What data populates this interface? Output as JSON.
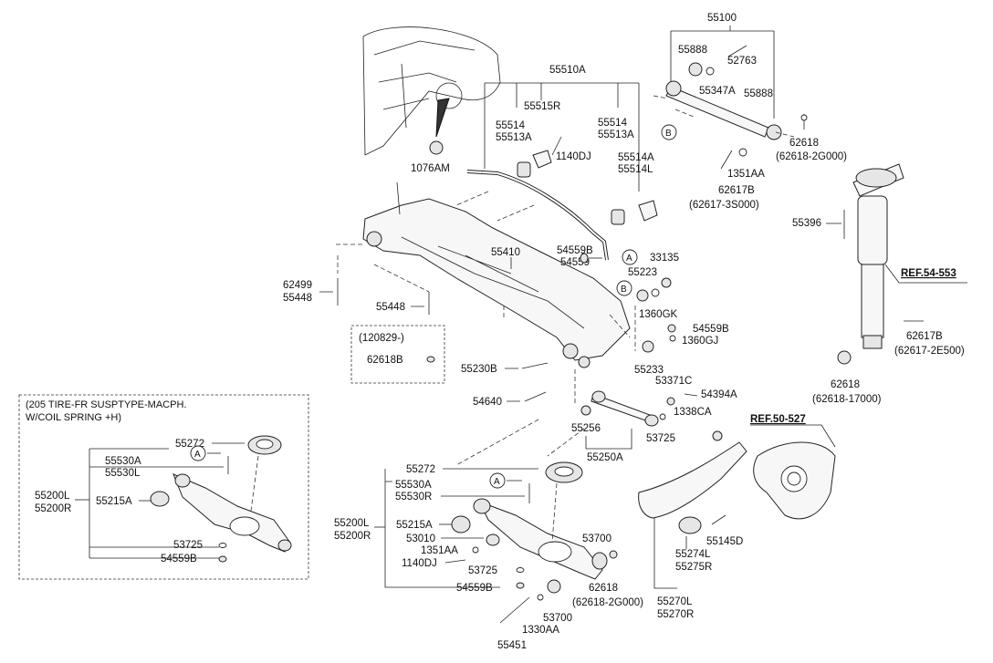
{
  "car_inset": {
    "label": "1076AM"
  },
  "stabilizer": {
    "p55510A": "55510A",
    "p55515R": "55515R",
    "p55514_left": "55514",
    "p55513A_left": "55513A",
    "p1140DJ": "1140DJ",
    "p55514_right": "55514",
    "p55513A_right": "55513A",
    "p55514A": "55514A",
    "p55514L": "55514L"
  },
  "upper_arm": {
    "p55100": "55100",
    "p55888_a": "55888",
    "p52763": "52763",
    "p55347A": "55347A",
    "p55888_b": "55888",
    "p62618": "62618",
    "p62618_alt": "(62618-2G000)",
    "p1351AA": "1351AA",
    "p62617B": "62617B",
    "p62617B_alt": "(62617-3S000)",
    "circle_b": "B"
  },
  "shock": {
    "p55396": "55396",
    "ref": "REF.54-553",
    "p62617B": "62617B",
    "p62617B_alt": "(62617-2E500)",
    "p62618": "62618",
    "p62618_alt": "(62618-17000)"
  },
  "crossmember": {
    "p55410": "55410",
    "p54559B": "54559B",
    "p54559": "54559",
    "p33135": "33135",
    "p55223": "55223",
    "p1360GK": "1360GK",
    "p54559B_b": "54559B",
    "p1360GJ": "1360GJ",
    "p55233": "55233",
    "p62499": "62499",
    "p55448_a": "55448",
    "p55448_b": "55448",
    "p55230B": "55230B",
    "p54640": "54640",
    "circle_a": "A",
    "circle_b": "B"
  },
  "dated_box": {
    "date": "(120829-)",
    "part": "62618B"
  },
  "lateral_link": {
    "p53371C": "53371C",
    "p54394A": "54394A",
    "p1338CA": "1338CA",
    "p55256": "55256",
    "p53725": "53725",
    "p55250A": "55250A"
  },
  "knuckle": {
    "ref": "REF.50-527",
    "p55145D": "55145D",
    "p55274L": "55274L",
    "p55275R": "55275R",
    "p55270L": "55270L",
    "p55270R": "55270R"
  },
  "variant_box": {
    "title1": "(205 TIRE-FR SUSPTYPE-MACPH.",
    "title2": "W/COIL SPRING +H)",
    "p55272": "55272",
    "circle_a": "A",
    "p55530A": "55530A",
    "p55530L": "55530L",
    "p55200L": "55200L",
    "p55200R": "55200R",
    "p55215A": "55215A",
    "p53725": "53725",
    "p54559B": "54559B"
  },
  "lower_arm": {
    "p55272": "55272",
    "p55530A": "55530A",
    "p55530R": "55530R",
    "circle_a": "A",
    "p55200L": "55200L",
    "p55200R": "55200R",
    "p55215A": "55215A",
    "p53010": "53010",
    "p1351AA": "1351AA",
    "p1140DJ": "1140DJ",
    "p53725": "53725",
    "p54559B": "54559B",
    "p53700_a": "53700",
    "p62618": "62618",
    "p62618_alt": "(62618-2G000)",
    "p53700_b": "53700",
    "p55451": "55451",
    "p1330AA": "1330AA"
  }
}
